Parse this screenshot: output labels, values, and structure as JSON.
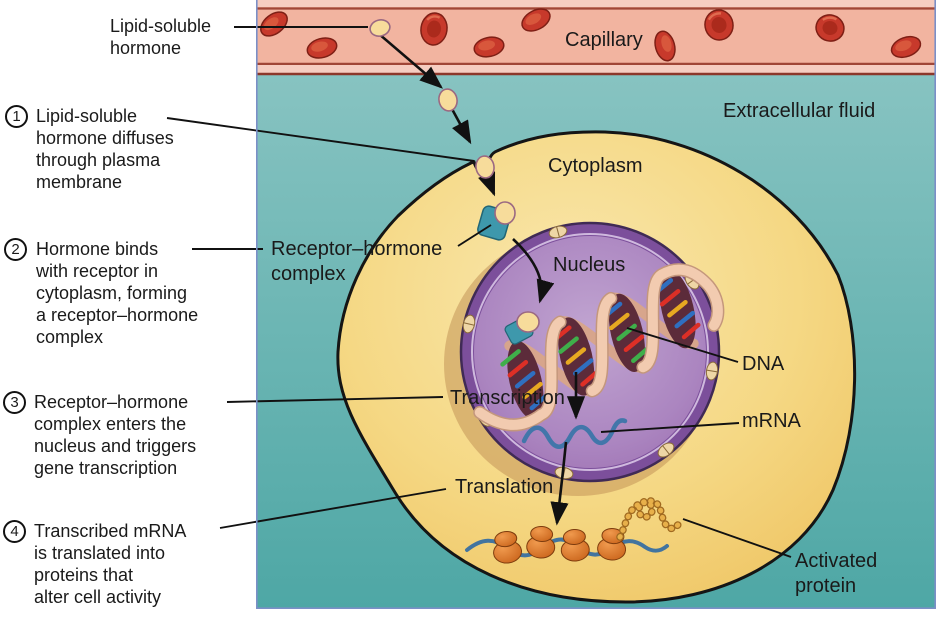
{
  "labels": {
    "lipid_soluble_hormone": [
      "Lipid-soluble",
      "hormone"
    ],
    "capillary": "Capillary",
    "extracellular_fluid": "Extracellular fluid",
    "cytoplasm": "Cytoplasm",
    "nucleus": "Nucleus",
    "receptor_hormone_complex": [
      "Receptor–hormone",
      "complex"
    ],
    "transcription": "Transcription",
    "translation": "Translation",
    "dna": "DNA",
    "mrna": "mRNA",
    "activated_protein": [
      "Activated",
      "protein"
    ]
  },
  "steps": [
    {
      "num": "1",
      "lines": [
        "Lipid-soluble",
        "hormone diffuses",
        "through plasma",
        "membrane"
      ]
    },
    {
      "num": "2",
      "lines": [
        "Hormone binds",
        "with receptor in",
        "cytoplasm, forming",
        "a receptor–hormone",
        "complex"
      ]
    },
    {
      "num": "3",
      "lines": [
        "Receptor–hormone",
        "complex enters the",
        "nucleus and triggers",
        "gene transcription"
      ]
    },
    {
      "num": "4",
      "lines": [
        "Transcribed mRNA",
        "is translated into",
        "proteins that",
        "alter cell activity"
      ]
    }
  ],
  "colors": {
    "extracellular_fluid_top": "#8fc7c5",
    "extracellular_fluid_bottom": "#4ea7a5",
    "capillary_interior": "#f2b4a0",
    "capillary_wall": "#f6cdc1",
    "red_blood_cell": "#c7392b",
    "cell_cytoplasm": "#f5d884",
    "nucleus_rim": "#7c4f9b",
    "nucleus_interior": "#a983c2",
    "hormone": "#f7dc9b",
    "receptor": "#3e98ac",
    "ribosome": "#e27828",
    "mrna_strand": "#4276aa",
    "protein_chain": "#e8b04a",
    "dna_ribbon": "#f2cbb0",
    "dna_core": "#5c2b3a",
    "panel_border": "#7b8fc7",
    "line_color": "#111111"
  }
}
